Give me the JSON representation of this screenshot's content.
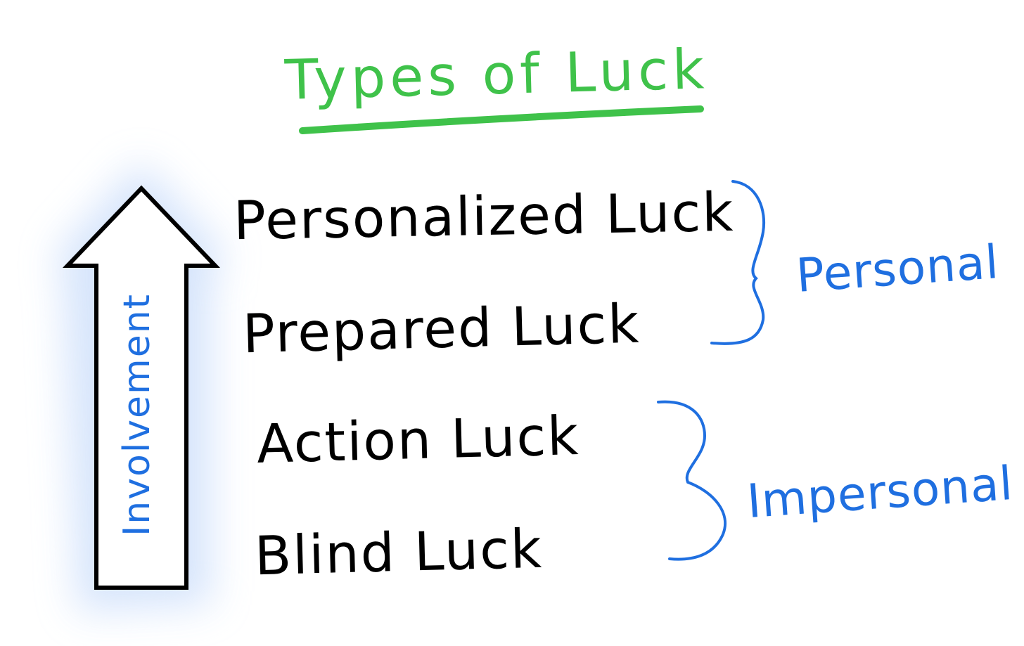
{
  "title": "Types of Luck",
  "axis_label": "Involvement",
  "items": [
    "Personalized Luck",
    "Prepared Luck",
    "Action Luck",
    "Blind Luck"
  ],
  "groups": [
    "Personal",
    "Impersonal"
  ],
  "colors": {
    "title": "#3fc24a",
    "items": "#000000",
    "groups": "#1f6fe0",
    "arrow_glow": "#cfe0fb"
  }
}
